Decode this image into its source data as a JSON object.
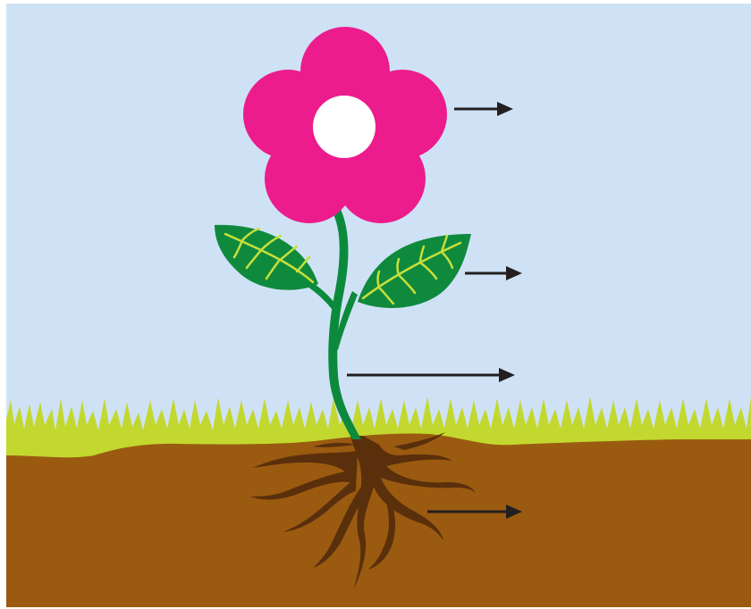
{
  "diagram": {
    "parts": [
      {
        "id": "flower",
        "label": ""
      },
      {
        "id": "leaf",
        "label": ""
      },
      {
        "id": "stem",
        "label": ""
      },
      {
        "id": "root",
        "label": ""
      }
    ]
  },
  "colors": {
    "sky": "#cfe2f5",
    "grass": "#c2d82f",
    "soil": "#9a5b10",
    "petal": "#ec1c8d",
    "flower_center": "#ffffff",
    "stem": "#0c8a3c",
    "leaf": "#0f8a3d",
    "leaf_vein": "#c8df3a",
    "roots": "#5a2f0c",
    "arrow": "#231f20"
  }
}
